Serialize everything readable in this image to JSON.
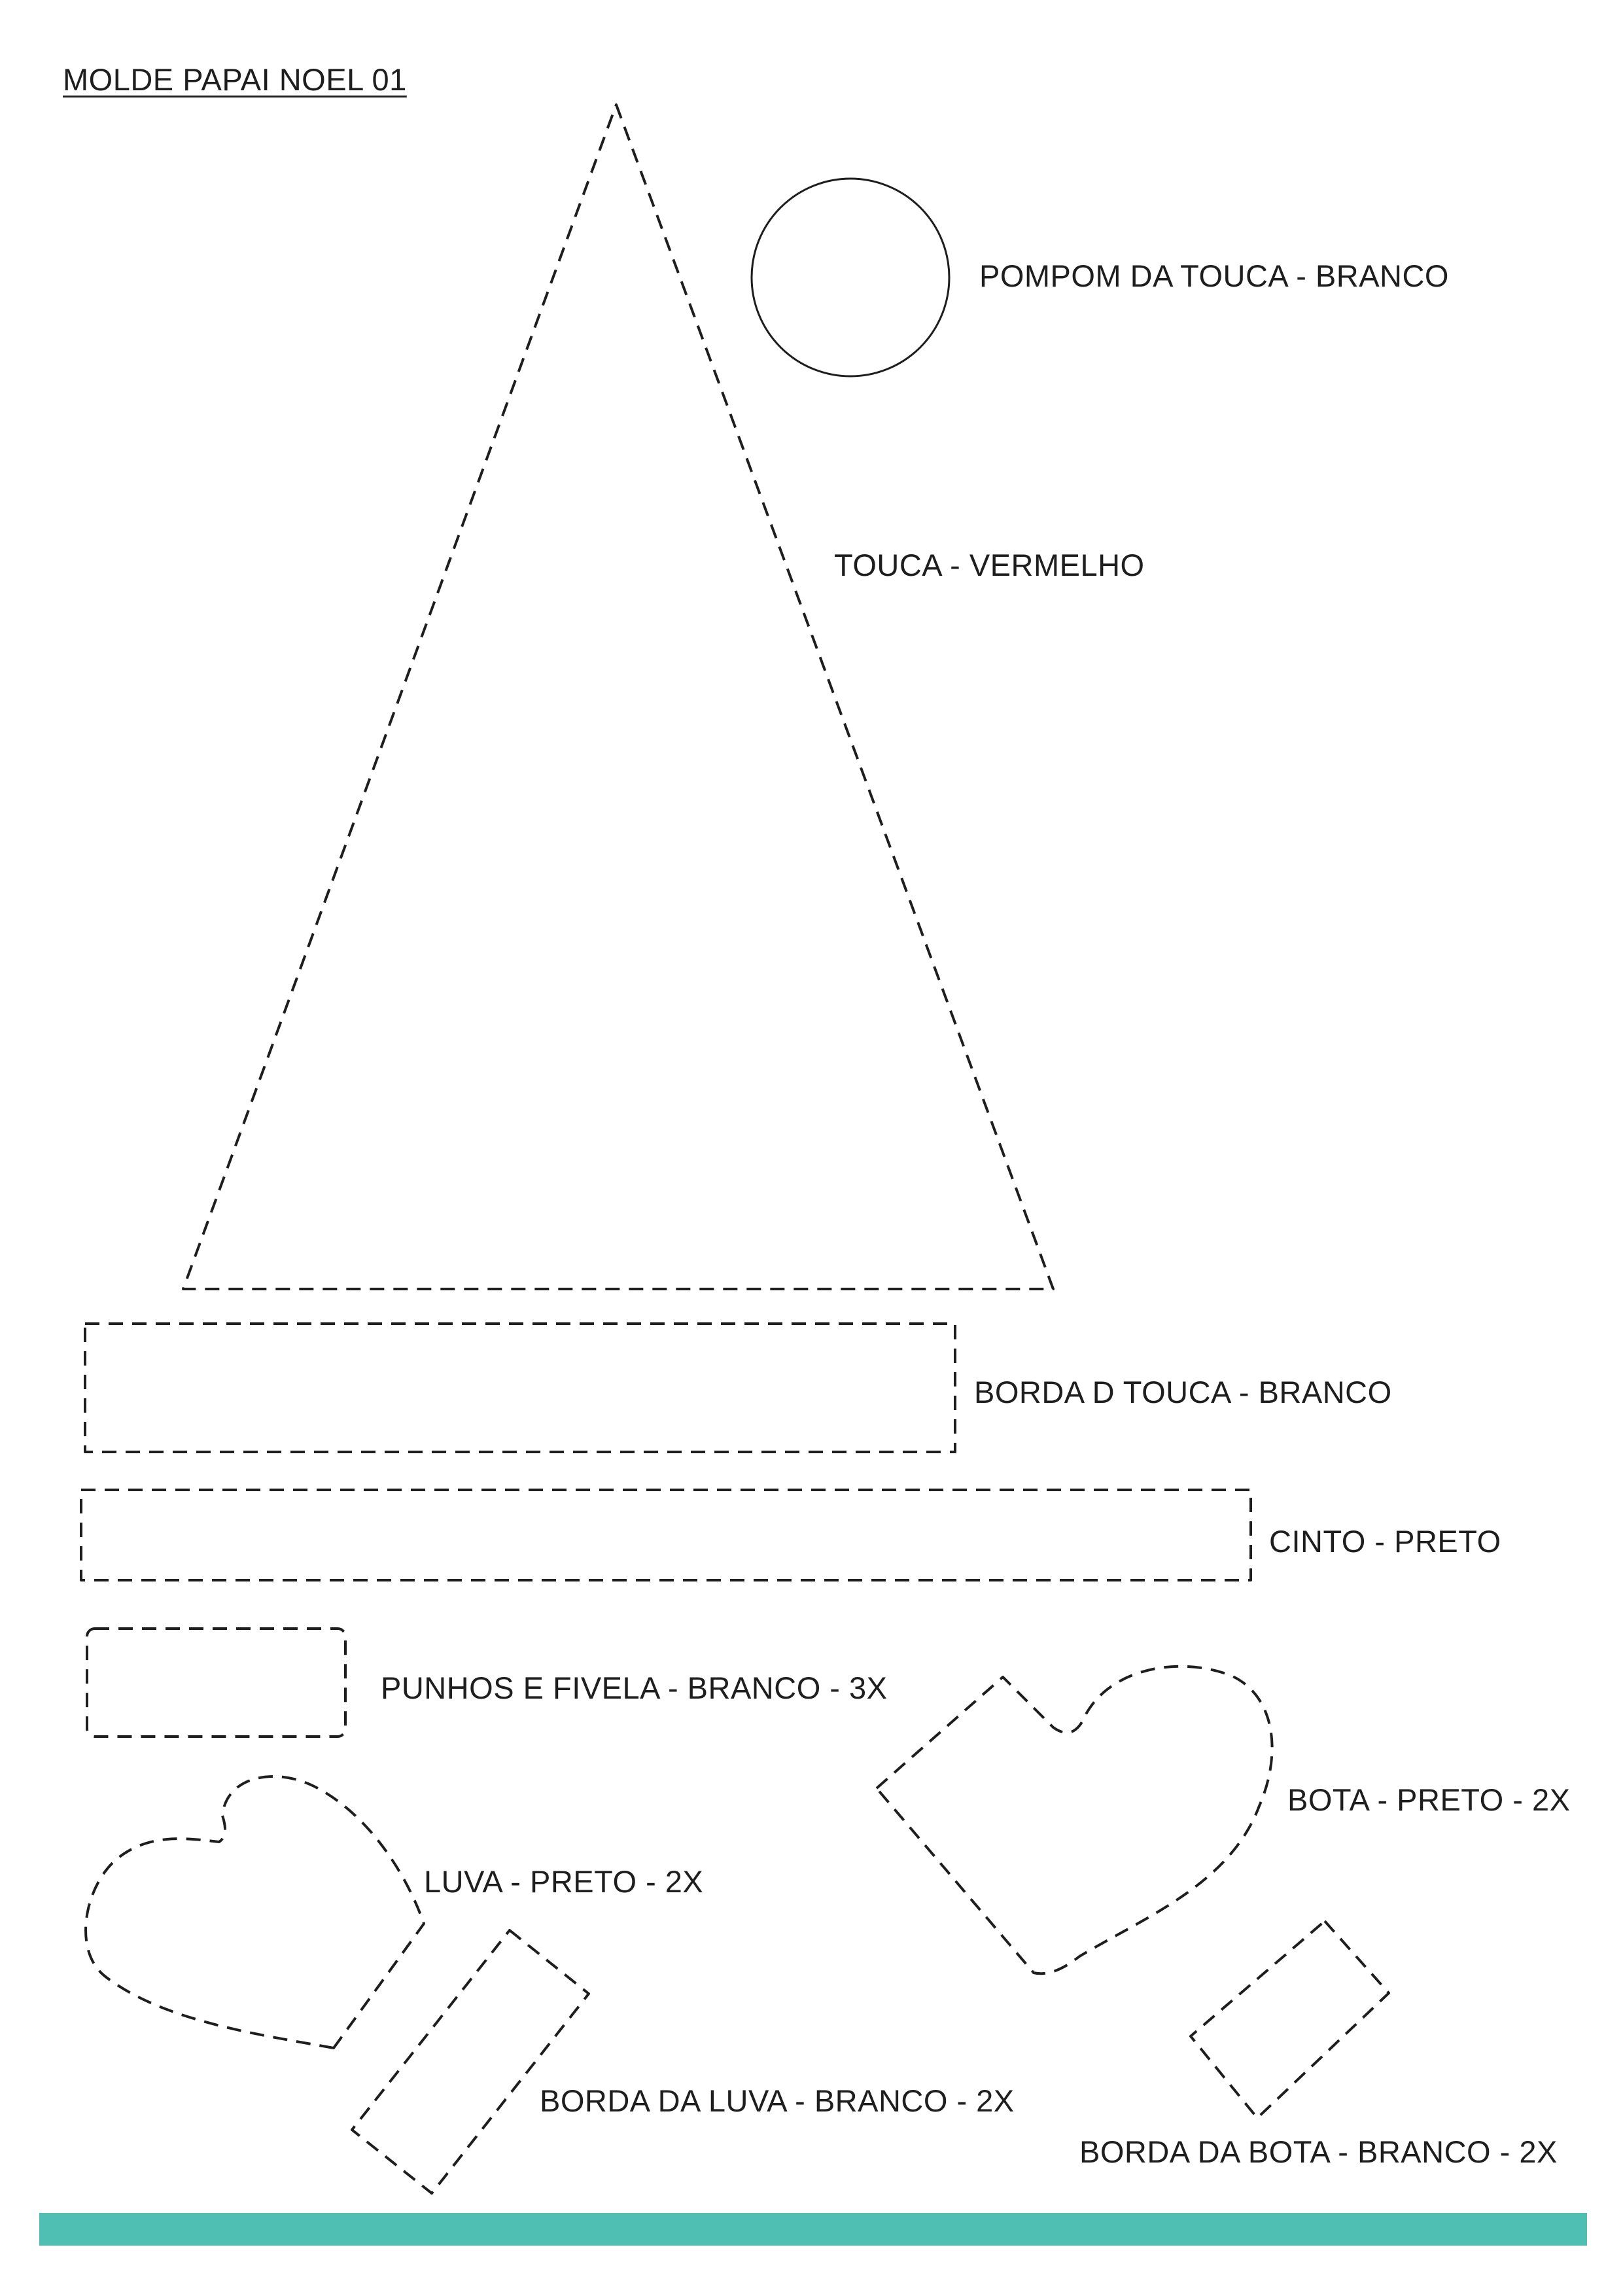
{
  "title": "MOLDE PAPAI NOEL 01",
  "pieces": {
    "pompom": "POMPOM DA TOUCA - BRANCO",
    "touca": "TOUCA - VERMELHO",
    "borda_touca": "BORDA D TOUCA - BRANCO",
    "cinto": "CINTO - PRETO",
    "punhos": "PUNHOS E FIVELA - BRANCO - 3X",
    "bota": "BOTA - PRETO - 2X",
    "luva": "LUVA - PRETO - 2X",
    "borda_luva": "BORDA DA LUVA - BRANCO - 2X",
    "borda_bota": "BORDA DA BOTA - BRANCO - 2X"
  },
  "colors": {
    "line": "#1e1e1e",
    "footer_bar": "#4fbfb4",
    "background": "#ffffff"
  }
}
